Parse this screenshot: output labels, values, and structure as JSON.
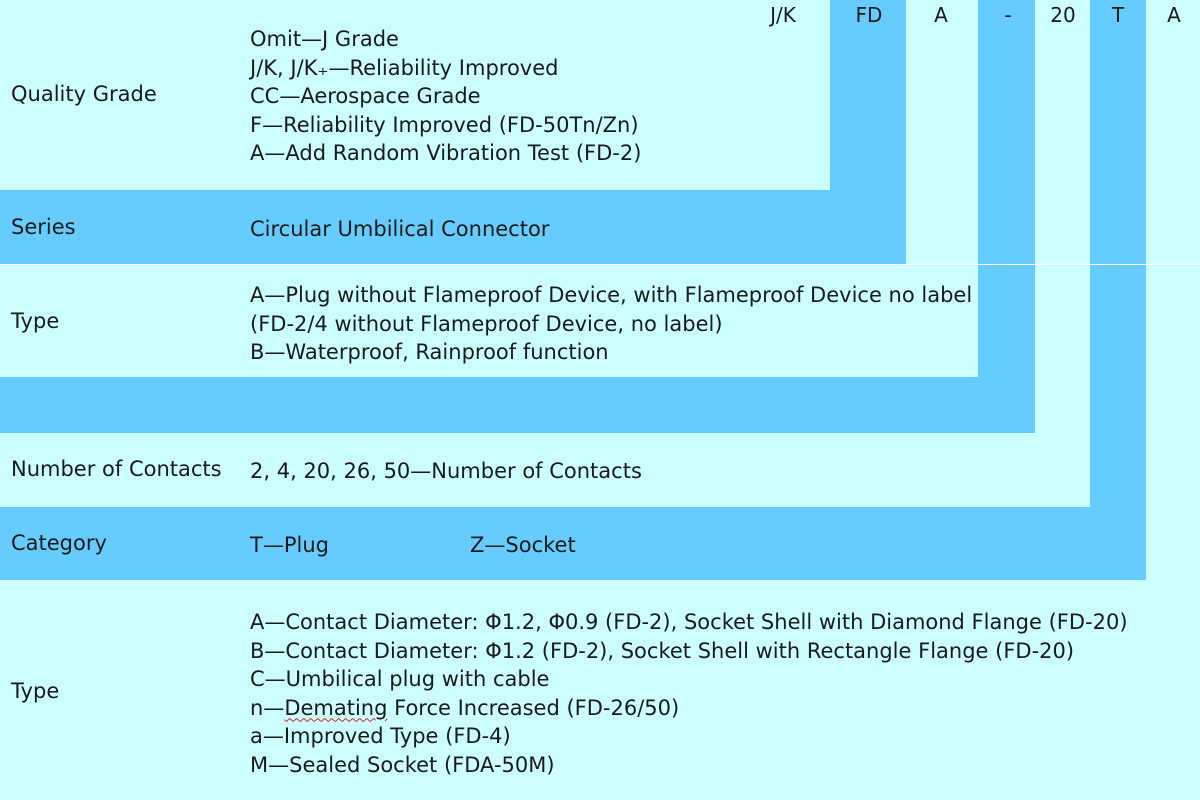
{
  "part_number": [
    "J/K",
    "FD",
    "A",
    "-",
    "20",
    "T",
    "A"
  ],
  "sections": {
    "quality_grade": {
      "label": "Quality Grade",
      "lines": [
        "Omit—J Grade",
        "J/K, J/K₊—Reliability Improved",
        "CC—Aerospace Grade",
        "F—Reliability Improved (FD-50Tn/Zn)",
        "A—Add Random Vibration Test (FD-2)"
      ]
    },
    "series": {
      "label": "Series",
      "lines": [
        "Circular Umbilical Connector"
      ]
    },
    "type": {
      "label": "Type",
      "lines": [
        "A—Plug without Flameproof Device, with Flameproof Device no label",
        "(FD-2/4 without Flameproof Device, no label)",
        "B—Waterproof, Rainproof function"
      ]
    },
    "contacts": {
      "label": "Number of Contacts",
      "lines": [
        "2, 4, 20, 26, 50—Number of Contacts"
      ]
    },
    "category": {
      "label": "Category",
      "plug": "T—Plug",
      "socket": "Z—Socket"
    },
    "type2": {
      "label": "Type",
      "lines": [
        "A—Contact Diameter: Φ1.2, Φ0.9 (FD-2), Socket Shell with Diamond Flange (FD-20)",
        "B—Contact Diameter: Φ1.2 (FD-2), Socket Shell with Rectangle Flange (FD-20)",
        "C—Umbilical plug with cable"
      ],
      "n_code": "n—",
      "n_word": "Demating",
      "n_rest": " Force Increased (FD-26/50)",
      "lines_after": [
        "a—Improved Type (FD-4)",
        "M—Sealed Socket (FDA-50M)"
      ]
    }
  },
  "colors": {
    "light": "#ccffff",
    "band": "#66ccff"
  }
}
